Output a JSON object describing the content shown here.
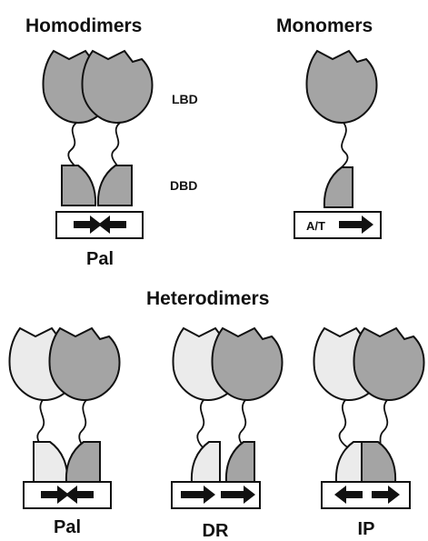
{
  "sections": {
    "homodimers": "Homodimers",
    "monomers": "Monomers",
    "heterodimers": "Heterodimers"
  },
  "domains": {
    "lbd": "LBD",
    "dbd": "DBD"
  },
  "elements": {
    "homodimer": "Pal",
    "monomer": "A/T",
    "heterodimer_pal": "Pal",
    "heterodimer_dr": "DR",
    "heterodimer_ip": "IP"
  },
  "colors": {
    "dark_subunit": "#a4a4a4",
    "light_subunit": "#ebebeb",
    "outline": "#111111"
  }
}
